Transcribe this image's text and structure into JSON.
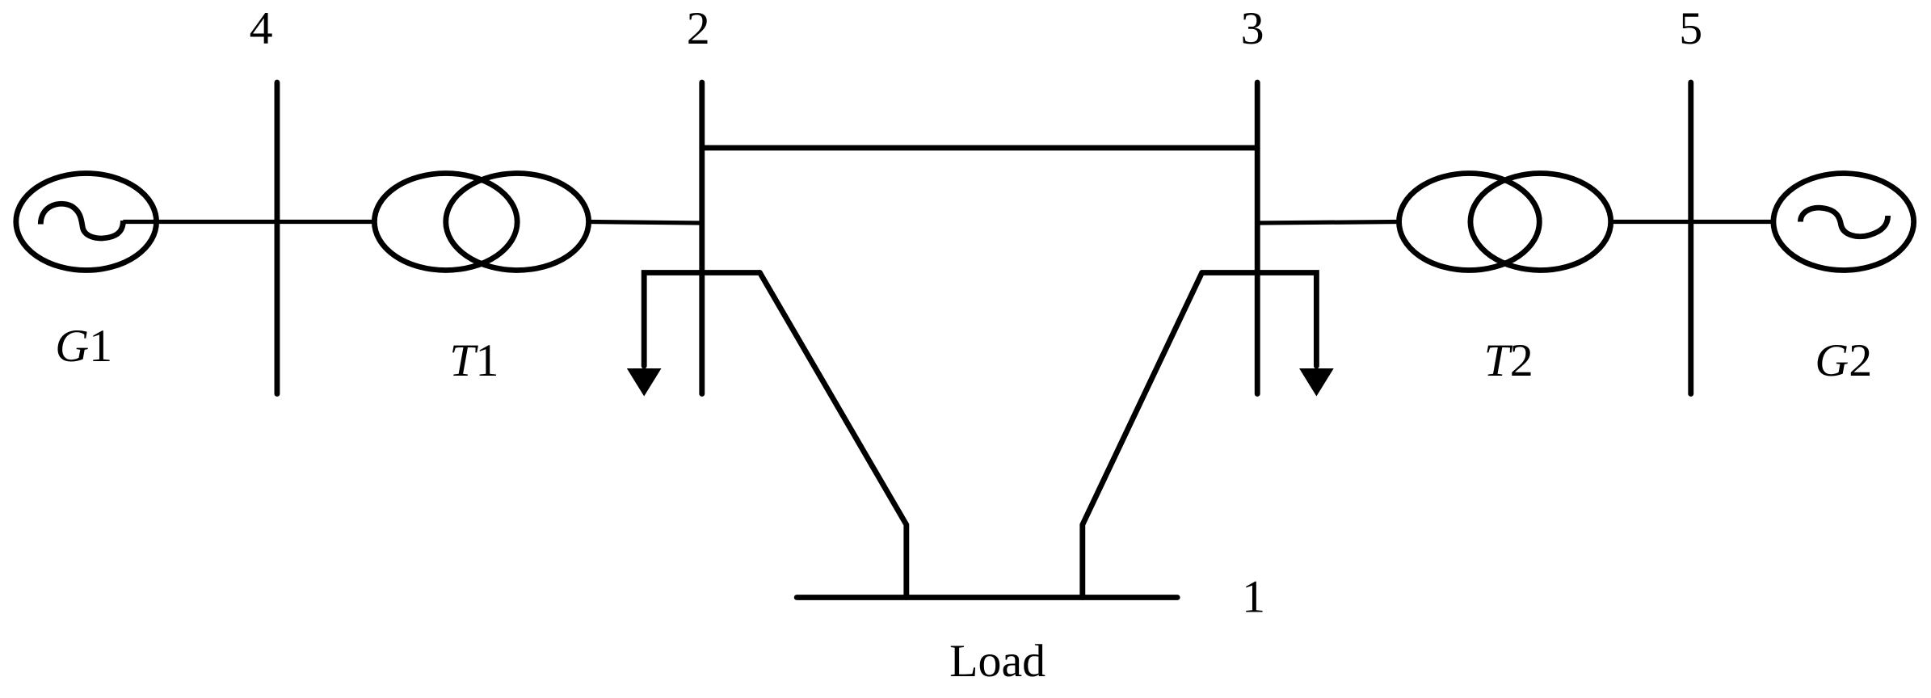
{
  "diagram": {
    "type": "single-line power system diagram",
    "buses": [
      {
        "id": "4",
        "label": "4"
      },
      {
        "id": "2",
        "label": "2"
      },
      {
        "id": "3",
        "label": "3"
      },
      {
        "id": "5",
        "label": "5"
      },
      {
        "id": "1",
        "label": "1"
      }
    ],
    "generators": [
      {
        "letter": "G",
        "number": "1"
      },
      {
        "letter": "G",
        "number": "2"
      }
    ],
    "transformers": [
      {
        "letter": "T",
        "number": "1"
      },
      {
        "letter": "T",
        "number": "2"
      }
    ],
    "load_label": "Load",
    "connections": [
      "G1-4",
      "4-T1",
      "T1-2",
      "2-3",
      "3-T2",
      "T2-5",
      "5-G2",
      "2-1",
      "3-1"
    ],
    "colors": {
      "stroke": "#000000",
      "background": "#ffffff"
    }
  }
}
